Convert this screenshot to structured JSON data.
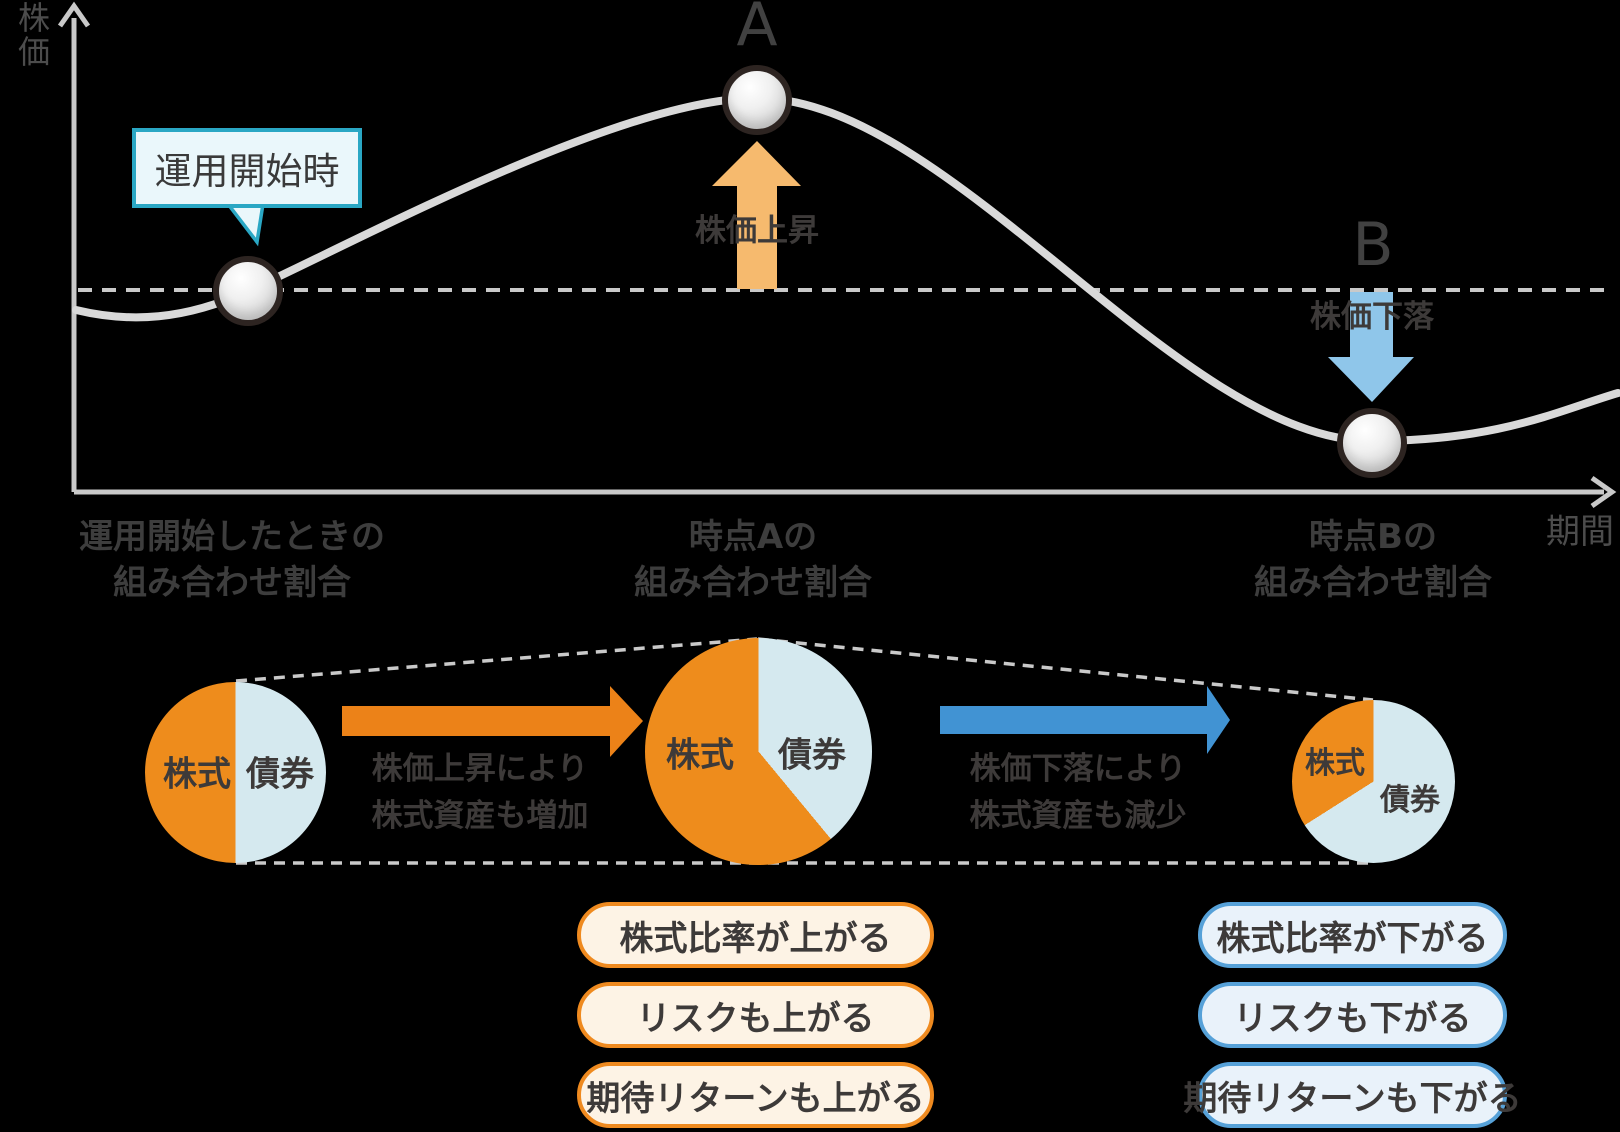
{
  "colors": {
    "background": "#000000",
    "stock": "#ee8c1c",
    "bond": "#d5e9ef",
    "curve": "#d9d9d9",
    "axis": "#c9c9c9",
    "dash": "#c9c9c9",
    "arrow-up": "#f6ba6e",
    "arrow-down": "#8fc6ea",
    "arrow-gain": "#ec8218",
    "arrow-loss": "#4193d3",
    "callout-border": "#2aa7c4",
    "callout-bg": "#eaf7fb",
    "pill-up-border": "#ef8a1f",
    "pill-up-bg": "#fdf3e5",
    "pill-down-border": "#56a1d8",
    "pill-down-bg": "#e9f2fa",
    "text-dark": "#3d3a39",
    "text-gray": "#4c4c4c",
    "marker-ring": "#2d2421"
  },
  "chart": {
    "y_axis_label": "株価",
    "x_axis_label": "期間",
    "callout": "運用開始時",
    "point_a": {
      "label": "A",
      "arrow_text": "株価上昇"
    },
    "point_b": {
      "label": "B",
      "arrow_text": "株価下落"
    },
    "columns": [
      {
        "line1": "運用開始したときの",
        "line2": "組み合わせ割合"
      },
      {
        "line1": "時点Aの",
        "line2": "組み合わせ割合"
      },
      {
        "line1": "時点Bの",
        "line2": "組み合わせ割合"
      }
    ]
  },
  "pies": [
    {
      "id": "start",
      "stock_label": "株式",
      "bond_label": "債券",
      "stock_pct": 50,
      "bond_pct": 50
    },
    {
      "id": "point-a",
      "stock_label": "株式",
      "bond_label": "債券",
      "stock_pct": 61,
      "bond_pct": 39
    },
    {
      "id": "point-b",
      "stock_label": "株式",
      "bond_label": "債券",
      "stock_pct": 34,
      "bond_pct": 66
    }
  ],
  "transitions": [
    {
      "line1": "株価上昇により",
      "line2": "株式資産も増加"
    },
    {
      "line1": "株価下落により",
      "line2": "株式資産も減少"
    }
  ],
  "pills": {
    "up": [
      "株式比率が上がる",
      "リスクも上がる",
      "期待リターンも上がる"
    ],
    "down": [
      "株式比率が下がる",
      "リスクも下がる",
      "期待リターンも下がる"
    ]
  }
}
